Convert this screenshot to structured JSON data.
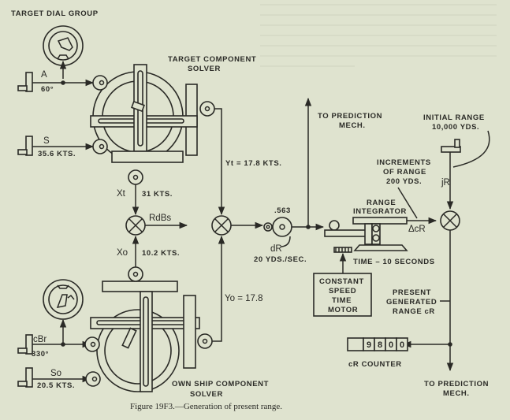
{
  "figure": {
    "caption": "Figure 19F3.—Generation of present range.",
    "caption_label": "Figure 19F3.",
    "caption_text": "—Generation of present range."
  },
  "labels": {
    "target_dial_group": "TARGET DIAL GROUP",
    "target_component_solver_line1": "TARGET COMPONENT",
    "target_component_solver_line2": "SOLVER",
    "own_ship_component_solver_line1": "OWN SHIP COMPONENT",
    "own_ship_component_solver_line2": "SOLVER",
    "a_input": "A",
    "a_value": "60°",
    "s_input": "S",
    "s_value": "35.6 KTS.",
    "xt_label": "Xt",
    "xt_value": "31 KTS.",
    "yt_label": "Yt = 17.8 KTS.",
    "rdbs": "RdBs",
    "xo_label": "Xo",
    "xo_value": "10.2 KTS.",
    "yo_label": "Yo = 17.8",
    "cbr_input": "cBr",
    "cbr_value": "330°",
    "so_input": "So",
    "so_value": "20.5 KTS.",
    "to_prediction_top_line1": "TO PREDICTION",
    "to_prediction_top_line2": "MECH.",
    "gear_ratio": ".563",
    "dr": "dR",
    "dr_rate": "20 YDS./SEC.",
    "range_integrator_line1": "RANGE",
    "range_integrator_line2": "INTEGRATOR",
    "delta_cr": "ΔcR",
    "time_seconds": "TIME – 10 SECONDS",
    "motor_line1": "CONSTANT",
    "motor_line2": "SPEED",
    "motor_line3": "TIME",
    "motor_line4": "MOTOR",
    "initial_range_line1": "INITIAL RANGE",
    "initial_range_line2": "10,000 YDS.",
    "jr": "jR",
    "increments_line1": "INCREMENTS",
    "increments_line2": "OF RANGE",
    "increments_line3": "200 YDS.",
    "present_range_line1": "PRESENT",
    "present_range_line2": "GENERATED",
    "present_range_line3": "RANGE cR",
    "cr_counter": "cR COUNTER",
    "to_prediction_bottom_line1": "TO PREDICTION",
    "to_prediction_bottom_line2": "MECH."
  },
  "counter": {
    "digits": [
      "",
      "9",
      "8",
      "0",
      "0"
    ],
    "reading": "9800"
  },
  "colors": {
    "paper": "#dfe3cf",
    "ink": "#2a2a26"
  }
}
